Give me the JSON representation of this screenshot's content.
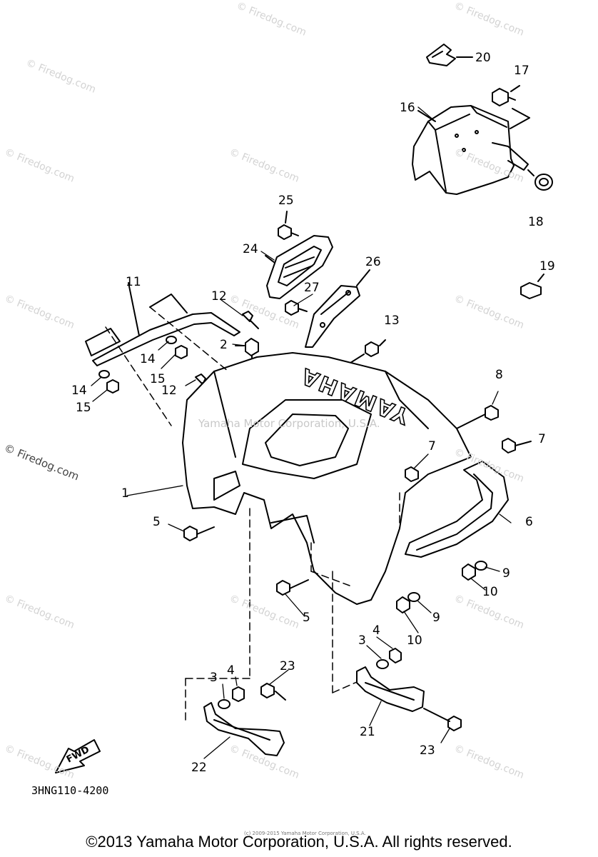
{
  "callouts": {
    "p1": "1",
    "p2": "2",
    "p3a": "3",
    "p3b": "3",
    "p4a": "4",
    "p4b": "4",
    "p5a": "5",
    "p5b": "5",
    "p6": "6",
    "p7a": "7",
    "p7b": "7",
    "p8": "8",
    "p9a": "9",
    "p9b": "9",
    "p10a": "10",
    "p10b": "10",
    "p11": "11",
    "p12a": "12",
    "p12b": "12",
    "p13": "13",
    "p14a": "14",
    "p14b": "14",
    "p15a": "15",
    "p15b": "15",
    "p16": "16",
    "p17": "17",
    "p18": "18",
    "p19": "19",
    "p20": "20",
    "p21": "21",
    "p22": "22",
    "p23a": "23",
    "p23b": "23",
    "p24": "24",
    "p25": "25",
    "p26": "26",
    "p27": "27"
  },
  "fender_emblem": "YAMAHA",
  "fwd_label": "FWD",
  "diagram_code": "3HNG110-4200",
  "watermark": "© Firedog.com",
  "left_watermark": "© Firedog.com",
  "center_watermark": "Yamaha Motor Corporation, U.S.A.",
  "tiny_notice": "(c) 2009-2015 Yamaha Motor Corporation, U.S.A.",
  "footer": "©2013 Yamaha Motor Corporation, U.S.A. All rights reserved."
}
